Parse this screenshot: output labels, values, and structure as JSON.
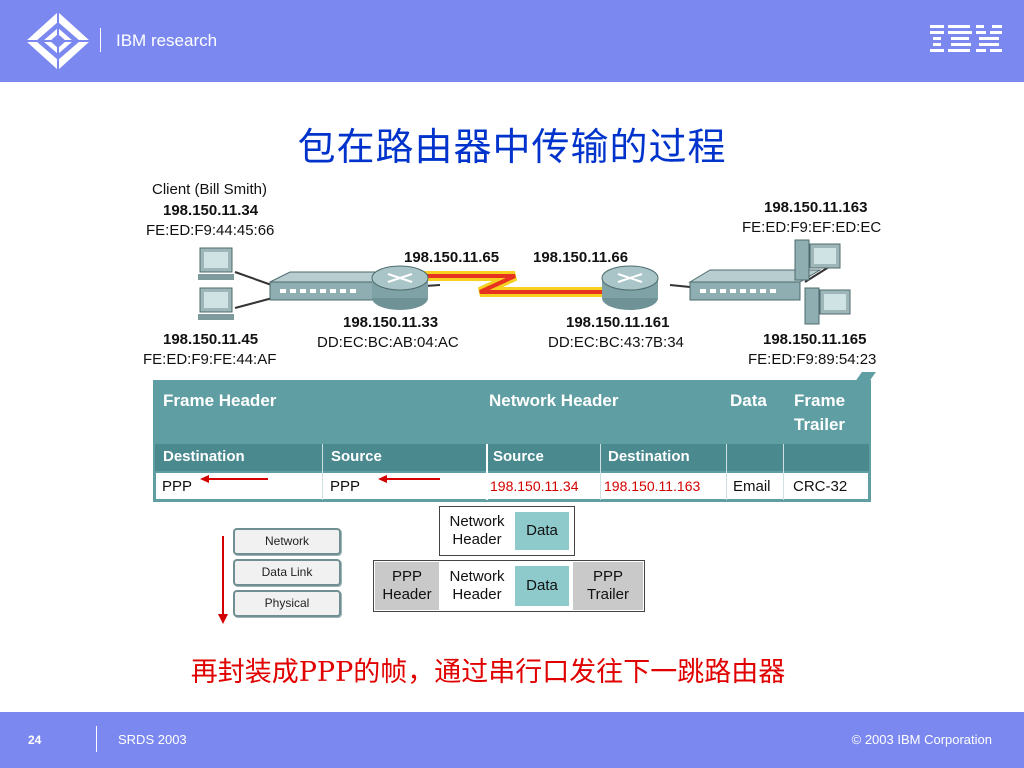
{
  "header": {
    "brand": "IBM research",
    "logo_text": "IBM"
  },
  "title": "包在路由器中传输的过程",
  "network": {
    "client_name": "Client (Bill Smith)",
    "client_ip": "198.150.11.34",
    "client_mac": "FE:ED:F9:44:45:66",
    "host2_ip": "198.150.11.45",
    "host2_mac": "FE:ED:F9:FE:44:AF",
    "router1_serial_ip": "198.150.11.65",
    "router2_serial_ip": "198.150.11.66",
    "router1_lan_ip": "198.150.11.33",
    "router1_lan_mac": "DD:EC:BC:AB:04:AC",
    "router2_lan_ip": "198.150.11.161",
    "router2_lan_mac": "DD:EC:BC:43:7B:34",
    "server1_ip": "198.150.11.163",
    "server1_mac": "FE:ED:F9:EF:ED:EC",
    "server2_ip": "198.150.11.165",
    "server2_mac": "FE:ED:F9:89:54:23"
  },
  "frame": {
    "frame_header": "Frame Header",
    "network_header": "Network Header",
    "data": "Data",
    "frame_trailer_1": "Frame",
    "frame_trailer_2": "Trailer",
    "sub_headers": [
      "Destination",
      "Source",
      "Source",
      "Destination"
    ],
    "values": [
      "PPP",
      "PPP",
      "198.150.11.34",
      "198.150.11.163",
      "Email",
      "CRC-32"
    ]
  },
  "layers": [
    "Network",
    "Data Link",
    "Physical"
  ],
  "encapsulation": {
    "top_net_1": "Network",
    "top_net_2": "Header",
    "top_data": "Data",
    "ppp_header_1": "PPP",
    "ppp_header_2": "Header",
    "mid_net_1": "Network",
    "mid_net_2": "Header",
    "mid_data": "Data",
    "ppp_trailer_1": "PPP",
    "ppp_trailer_2": "Trailer"
  },
  "caption": "再封装成PPP的帧，通过串行口发往下一跳路由器",
  "footer": {
    "page_number": "24",
    "conference": "SRDS 2003",
    "copyright": "© 2003 IBM Corporation"
  },
  "colors": {
    "bar": "#7b88f0",
    "title": "#0033cc",
    "table_teal": "#5f9ea3",
    "highlight_red": "#d40000"
  }
}
